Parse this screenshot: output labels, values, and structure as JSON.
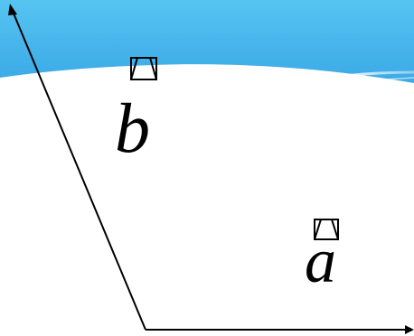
{
  "slide": {
    "colors": {
      "header_top": "#54c3f0",
      "header_bottom": "#3aaae6",
      "background": "#ffffff",
      "ink": "#000000"
    }
  },
  "vectors": {
    "a": {
      "symbol": "a",
      "mark": "vector-arrow-box"
    },
    "b": {
      "symbol": "b",
      "mark": "vector-arrow-box"
    }
  }
}
